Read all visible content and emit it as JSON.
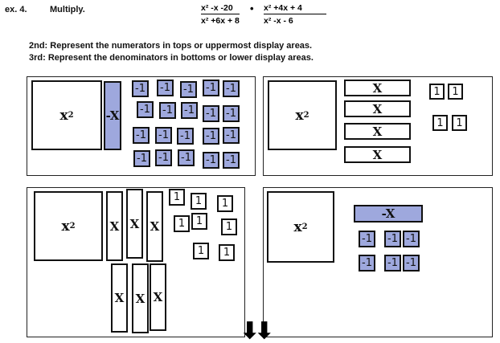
{
  "header": {
    "example": "ex. 4.",
    "instruction": "Multiply."
  },
  "expression": {
    "frac1": {
      "numerator": "x² -x -20",
      "denominator": "x² +6x + 8"
    },
    "operator": "•",
    "frac2": {
      "numerator": "x² +4x + 4",
      "denominator": "x² -x - 6"
    }
  },
  "steps": [
    {
      "label": "2nd:",
      "text": "Represent the numerators in tops or uppermost display areas."
    },
    {
      "label": "3rd:",
      "text": "Represent the denominators in bottoms or lower display areas."
    }
  ],
  "tiles": {
    "x_squared": "x",
    "exponent": "2",
    "x": "X",
    "neg_x": "-X",
    "one": "1",
    "neg_one": "-1"
  },
  "panels": [
    {
      "name": "numerator-1",
      "polynomial": "x² -x -20",
      "x2": 1,
      "neg_x": 1,
      "neg_ones": 20
    },
    {
      "name": "numerator-2",
      "polynomial": "x² +4x + 4",
      "x2": 1,
      "x": 4,
      "ones": 4
    },
    {
      "name": "denominator-1",
      "polynomial": "x² +6x + 8",
      "x2": 1,
      "x": 6,
      "ones": 8
    },
    {
      "name": "denominator-2",
      "polynomial": "x² -x - 6",
      "x2": 1,
      "neg_x": 1,
      "neg_ones": 6
    }
  ],
  "colors": {
    "negative_tile": "#9ea8dd",
    "positive_tile": "#ffffff"
  },
  "arrows": [
    "⬇",
    "⬇"
  ]
}
